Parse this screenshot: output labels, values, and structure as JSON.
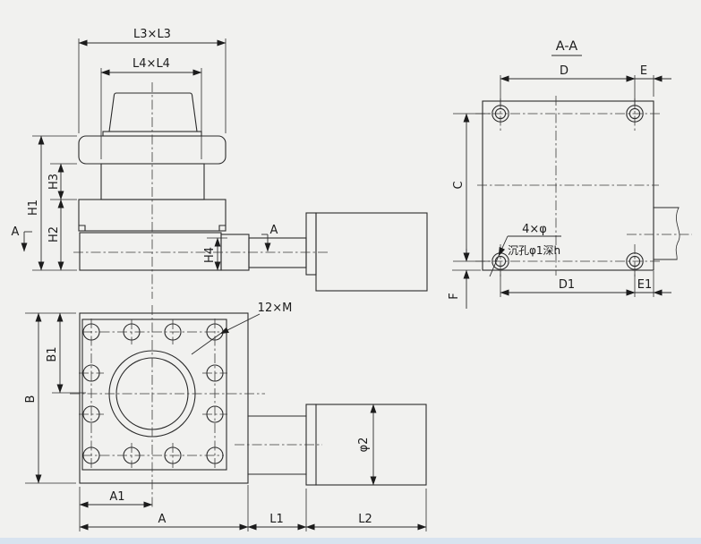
{
  "drawing": {
    "background_color": "#f1f1ef",
    "line_color": "#2b2b2b",
    "footer_strip_color": "#d8e3ef"
  },
  "front_view": {
    "dim_l3": "L3×L3",
    "dim_l4": "L4×L4",
    "dim_h1": "H1",
    "dim_h3": "H3",
    "dim_h2": "H2",
    "dim_h4": "H4",
    "section_label_left": "A",
    "section_label_right": "A"
  },
  "section_view": {
    "title": "A-A",
    "dim_d": "D",
    "dim_e": "E",
    "dim_c": "C",
    "dim_f": "F",
    "dim_d1": "D1",
    "dim_e1": "E1",
    "hole_note_line1": "4×φ",
    "hole_note_line2": "沉孔φ1深h"
  },
  "plan_view": {
    "dim_b": "B",
    "dim_b1": "B1",
    "dim_a1": "A1",
    "dim_a": "A",
    "dim_l1": "L1",
    "dim_l2": "L2",
    "dim_phi2": "φ2",
    "hole_note": "12×M"
  }
}
